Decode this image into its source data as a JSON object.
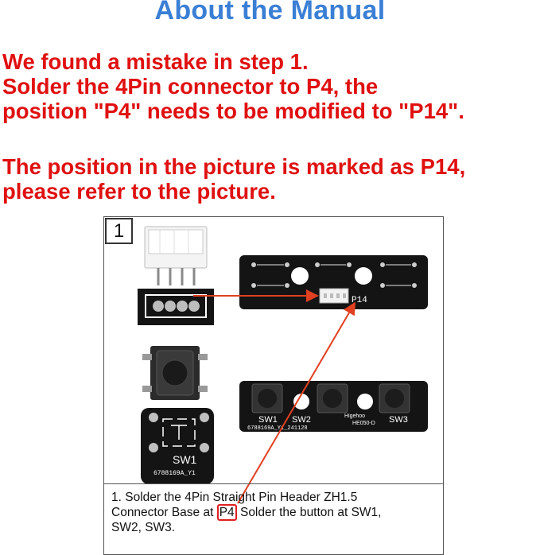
{
  "header": {
    "title": "About the Manual"
  },
  "notice": {
    "lines_1": [
      "We found a mistake in step 1.",
      "Solder the 4Pin connector to P4, the",
      "position \"P4\" needs to be modified to \"P14\"."
    ],
    "lines_2": [
      "The position in the picture is marked as P14,",
      "please refer to the picture."
    ]
  },
  "manual": {
    "step_number": "1",
    "board_label_p14": "P14",
    "board_label_sw1": "SW1",
    "board_label_sw2": "SW2",
    "board_label_sw3": "SW3",
    "board_brand": "Higehoo",
    "board_model": "HE050-D",
    "board_serial": "6788169A_Y1_241128",
    "closeup_label": "SW1",
    "closeup_serial": "6788169A_Y1",
    "caption_line1": "1.  Solder the 4Pin Straight Pin Header ZH1.5",
    "caption_line2_before": "Connector Base at ",
    "caption_line2_highlight": "P4",
    "caption_line2_after": " Solder the button at SW1,",
    "caption_line3": "SW2, SW3."
  },
  "colors": {
    "title_blue": "#3a7fd5",
    "notice_red": "#e01010",
    "pcb_black": "#141414",
    "arrow_red": "#e04020"
  }
}
